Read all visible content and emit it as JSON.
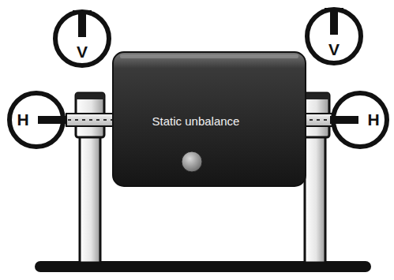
{
  "diagram": {
    "nodes": [
      {
        "text": [
          "V"
        ]
      },
      {
        "text": [
          "V"
        ]
      },
      {
        "text": [
          "H"
        ]
      },
      {
        "text": [
          "Static unbalance"
        ]
      },
      {
        "text": [
          "H"
        ]
      }
    ]
  }
}
